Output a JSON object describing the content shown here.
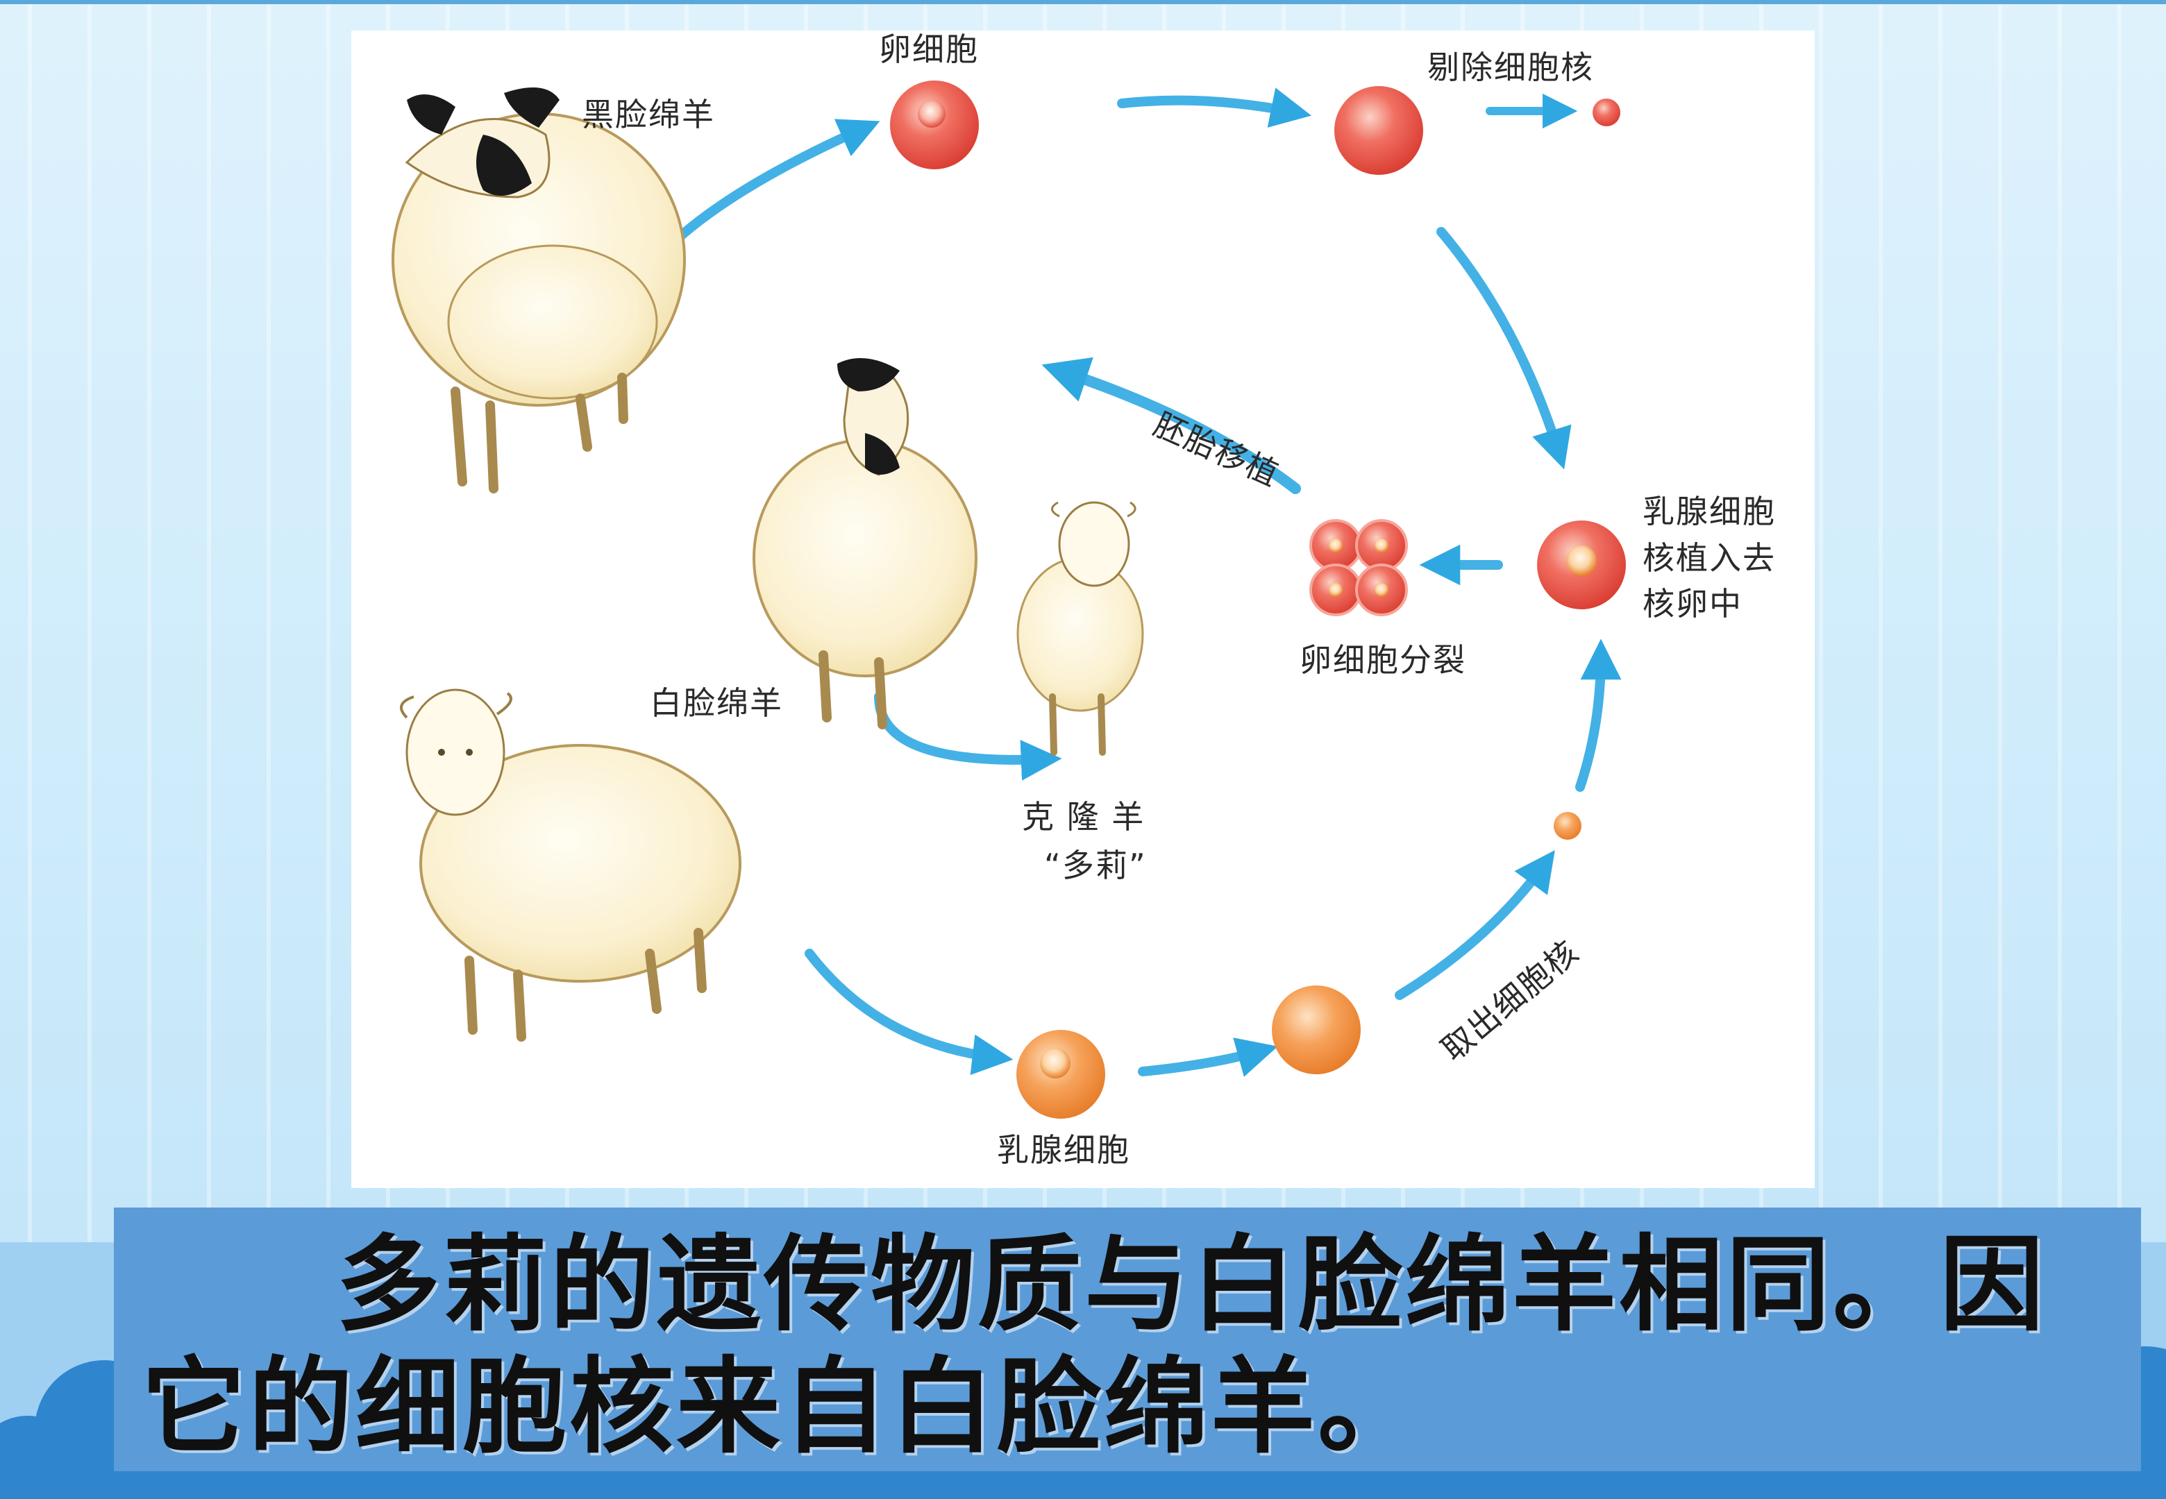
{
  "diagram": {
    "labels": {
      "black_face_sheep": "黑脸绵羊",
      "egg_cell": "卵细胞",
      "remove_nucleus": "剔除细胞核",
      "implant_nucleus": "乳腺细胞\n核植入去\n核卵中",
      "egg_division": "卵细胞分裂",
      "embryo_transfer": "胚胎移植",
      "extract_nucleus": "取出细胞核",
      "mammary_cell": "乳腺细胞",
      "white_face_sheep": "白脸绵羊",
      "clone_sheep": "克 隆 羊",
      "dolly": "“多莉”"
    }
  },
  "caption": {
    "text": "多莉的遗传物质与白脸绵羊相同。因它的细胞核来自白脸绵羊。"
  },
  "colors": {
    "arrow": "#2fa8e2",
    "egg_red": "#e8483c",
    "cell_orange": "#f08a35",
    "caption_bg": "#5b9bd8"
  }
}
